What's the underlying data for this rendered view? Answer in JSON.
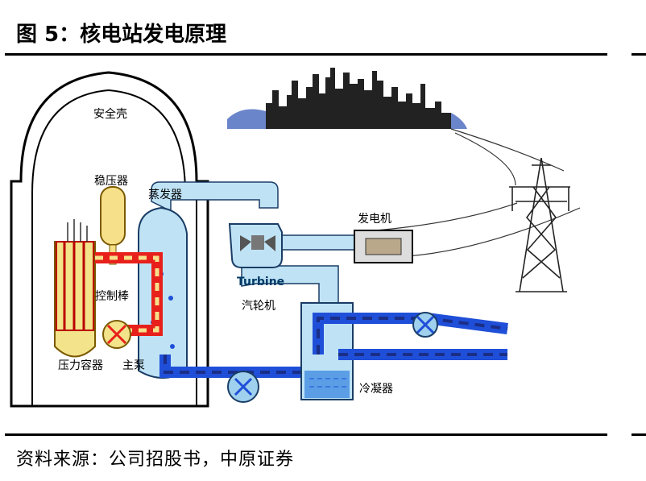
{
  "title": "图 5：核电站发电原理",
  "source": "资料来源：公司招股书，中原证券",
  "labels": {
    "containment": "安全壳",
    "pressurizer": "稳压器",
    "steam_generator": "蒸发器",
    "control_rods": "控制棒",
    "pressure_vessel": "压力容器",
    "main_pump": "主泵",
    "turbine_label": "Turbine",
    "turbine": "汽轮机",
    "generator": "发电机",
    "condenser": "冷凝器"
  },
  "colors": {
    "hot_loop": "#e8201c",
    "cold_loop": "#1f4fd8",
    "steam": "#bfe3f5",
    "vessel": "#f3e38a"
  }
}
